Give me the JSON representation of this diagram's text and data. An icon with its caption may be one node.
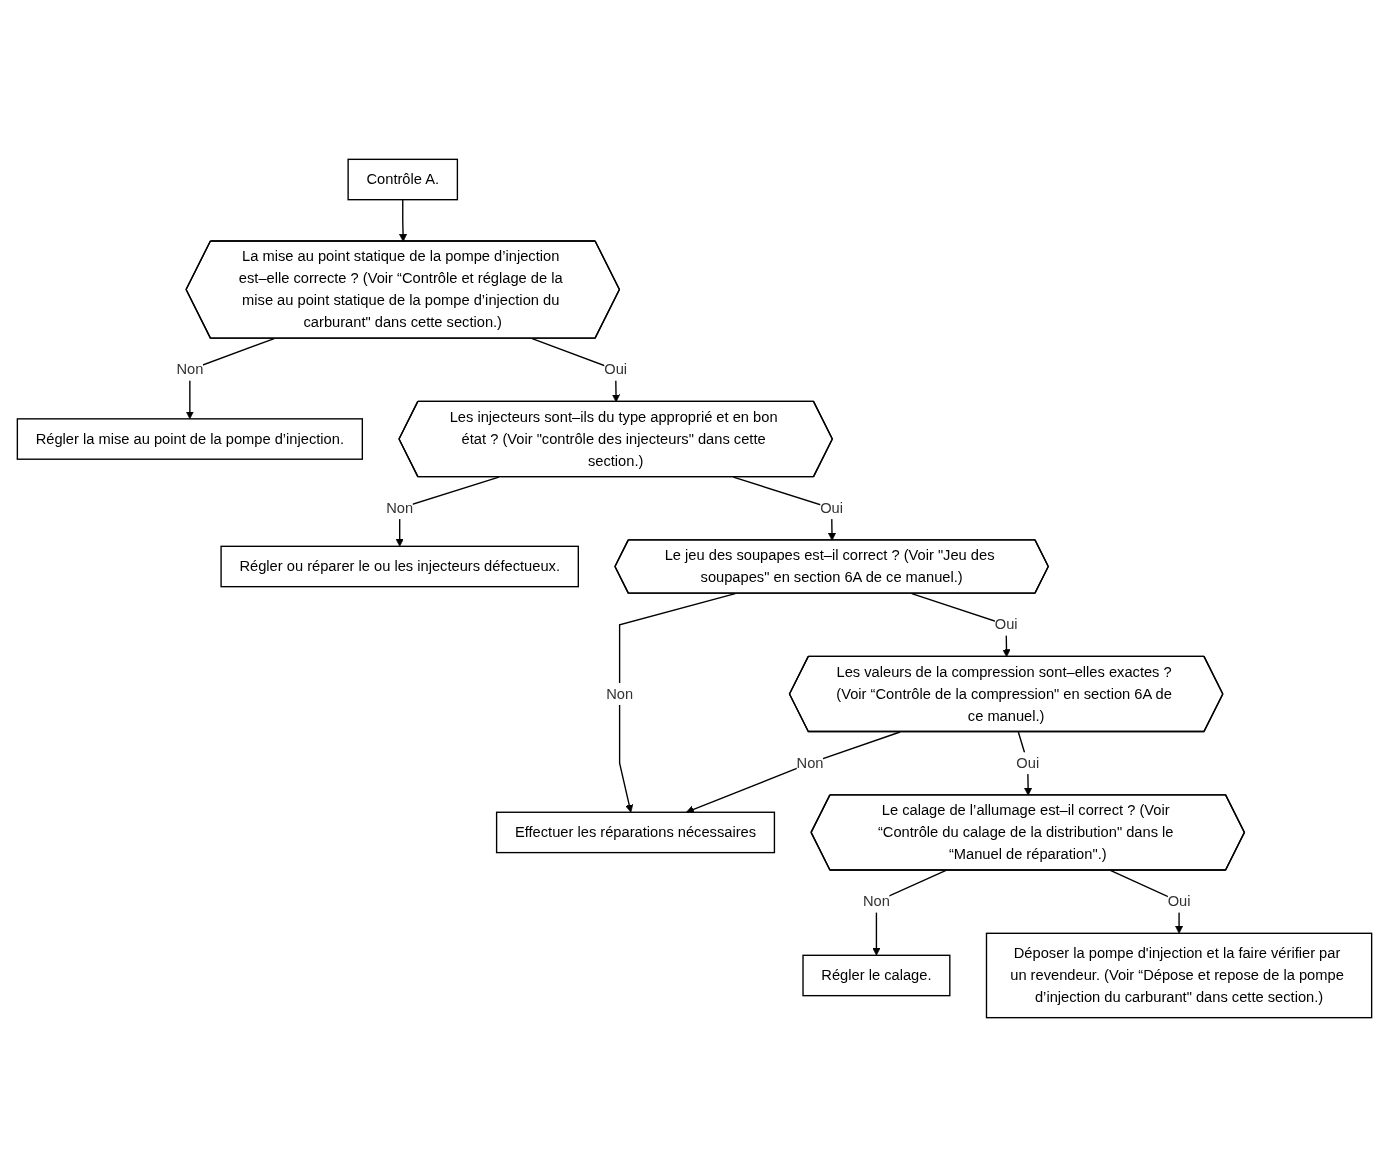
{
  "diagram": {
    "nodes": [
      {
        "text": [
          "Contrôle A."
        ]
      },
      {
        "text": [
          "La mise au point statique de la pompe d’injection est–elle correcte ? (Voir “Contrôle et réglage de la mise au point statique de la pompe d’injection du carburant\" dans cette section.)"
        ]
      },
      {
        "text": [
          "Régler la mise au point de la pompe d’injection."
        ]
      },
      {
        "text": [
          "Les injecteurs sont–ils du type approprié et en bon état ? (Voir \"contrôle des injecteurs\" dans cette section.)"
        ]
      },
      {
        "text": [
          "Régler ou réparer le ou les injecteurs défectueux."
        ]
      },
      {
        "text": [
          "Le jeu des soupapes est–il correct ? (Voir \"Jeu des soupapes\" en section 6A de ce manuel.)"
        ]
      },
      {
        "text": [
          "Les valeurs de la compression sont–elles exactes ? (Voir “Contrôle de la compression\" en section 6A de ce manuel.)"
        ]
      },
      {
        "text": [
          "Effectuer les réparations nécessaires"
        ]
      },
      {
        "text": [
          "Le calage de l’allumage est–il correct ? (Voir “Contrôle du calage de la distribution\" dans le “Manuel de réparation\".)"
        ]
      },
      {
        "text": [
          "Régler le calage."
        ]
      },
      {
        "text": [
          "Déposer la pompe d'injection et la faire vérifier par un revendeur. (Voir “Dépose et repose de la pompe d’injection du carburant\" dans cette section.)"
        ]
      }
    ],
    "edges": [
      {
        "from": 0,
        "to": 1,
        "arrow": "to"
      },
      {
        "from": 1,
        "to": 2,
        "arrow": "to",
        "label": "Non"
      },
      {
        "from": 1,
        "to": 3,
        "arrow": "to",
        "label": "Oui"
      },
      {
        "from": 3,
        "to": 4,
        "arrow": "to",
        "label": "Non"
      },
      {
        "from": 3,
        "to": 5,
        "arrow": "to",
        "label": "Oui"
      },
      {
        "from": 5,
        "to": 7,
        "arrow": "to",
        "label": "Non"
      },
      {
        "from": 5,
        "to": 6,
        "arrow": "to",
        "label": "Oui"
      },
      {
        "from": 6,
        "to": 7,
        "arrow": "to",
        "label": "Non"
      },
      {
        "from": 6,
        "to": 8,
        "arrow": "to",
        "label": "Oui"
      },
      {
        "from": 8,
        "to": 9,
        "arrow": "to",
        "label": "Non"
      },
      {
        "from": 8,
        "to": 10,
        "arrow": "to",
        "label": "Oui"
      }
    ]
  }
}
